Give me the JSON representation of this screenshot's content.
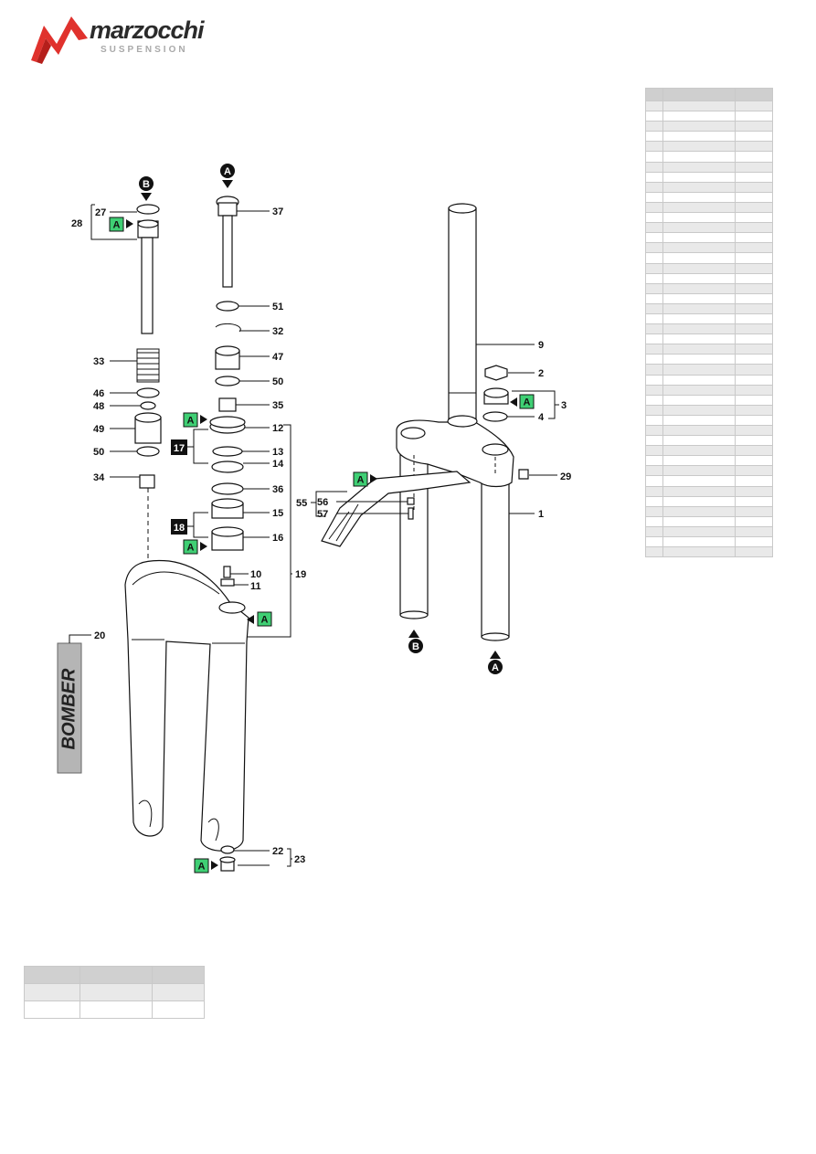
{
  "brand": {
    "name": "marzocchi",
    "sub": "SUSPENSION"
  },
  "decal": "BOMBER",
  "markers": {
    "a": "A",
    "b": "B"
  },
  "groups": {
    "g17": "17",
    "g18": "18"
  },
  "part_labels": {
    "p27": "27",
    "p28": "28",
    "p37": "37",
    "p51": "51",
    "p32": "32",
    "p33": "33",
    "p47": "47",
    "p46": "46",
    "p50a": "50",
    "p48": "48",
    "p35": "35",
    "p49": "49",
    "p12": "12",
    "p50b": "50",
    "p13": "13",
    "p14": "14",
    "p34": "34",
    "p36": "36",
    "p15": "15",
    "p16": "16",
    "p10": "10",
    "p11": "11",
    "p19": "19",
    "p20": "20",
    "p22": "22",
    "p23": "23",
    "p9": "9",
    "p2": "2",
    "p3": "3",
    "p4": "4",
    "p29": "29",
    "p1": "1",
    "p55": "55",
    "p56": "56",
    "p57": "57"
  },
  "parts_table_rows": 45,
  "legend_table_rows": 2
}
